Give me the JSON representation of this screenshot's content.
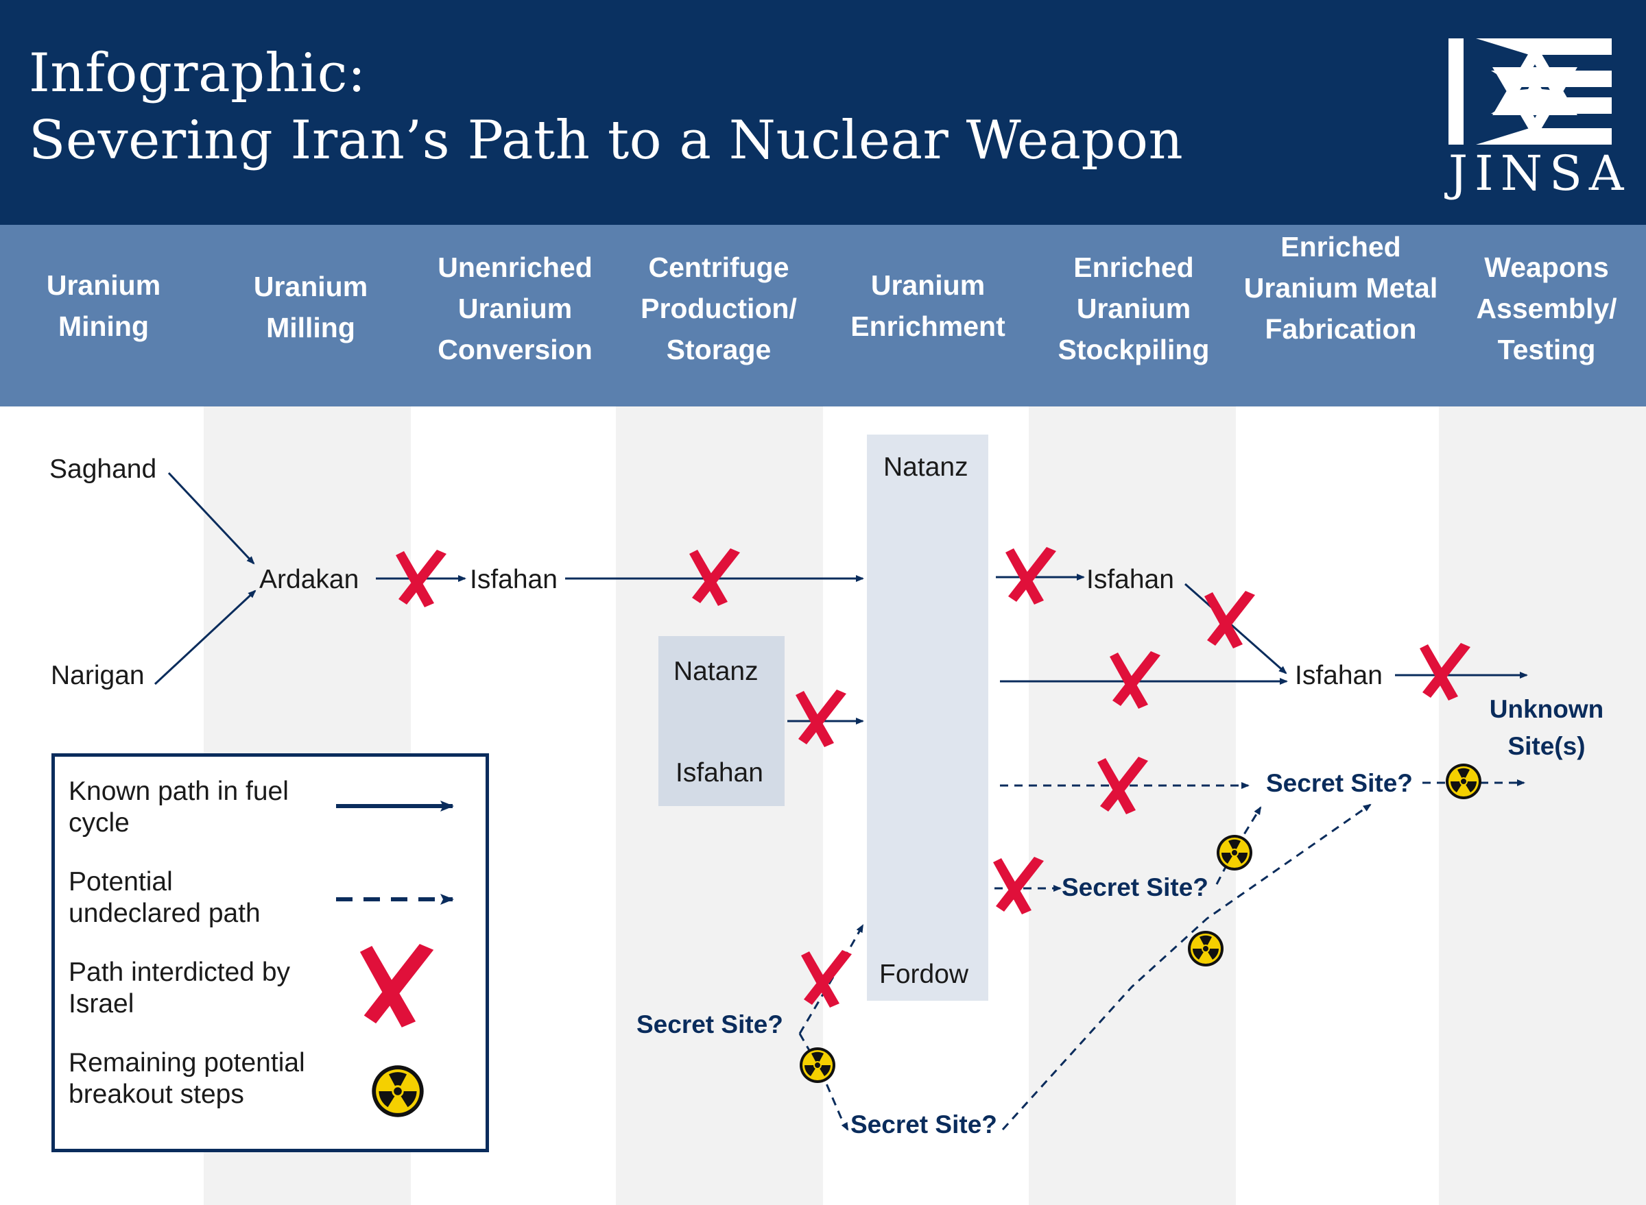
{
  "header": {
    "title_line1": "Infographic:",
    "title_line2": "Severing Iran’s Path to a Nuclear Weapon",
    "logo_text": "JINSA"
  },
  "stages": [
    "Uranium Mining",
    "Uranium Milling",
    "Unenriched Uranium Conversion",
    "Centrifuge Production/ Storage",
    "Uranium Enrichment",
    "Enriched Uranium Stockpiling",
    "Enriched Uranium Metal Fabrication",
    "Weapons Assembly/ Testing"
  ],
  "nodes": {
    "saghand": "Saghand",
    "narigan": "Narigan",
    "ardakan": "Ardakan",
    "isfahan_conversion": "Isfahan",
    "natanz_centrifuge": "Natanz",
    "isfahan_centrifuge": "Isfahan",
    "natanz_enrichment": "Natanz",
    "fordow_enrichment": "Fordow",
    "isfahan_stockpile": "Isfahan",
    "isfahan_metal": "Isfahan",
    "unknown_sites": "Unknown Site(s)",
    "secret_site_metal": "Secret Site?",
    "secret_site_stockpile": "Secret Site?",
    "secret_site_centrifuge": "Secret Site?",
    "secret_site_enrichment": "Secret Site?"
  },
  "legend": {
    "known_path": "Known path in fuel cycle",
    "potential_path": "Potential undeclared path",
    "interdicted": "Path interdicted by Israel",
    "breakout": "Remaining potential breakout steps"
  },
  "colors": {
    "navy": "#0a3161",
    "stage_band": "#5b80ae",
    "stripe": "#f2f2f2",
    "facility_box": "#dfe5ee",
    "arrow": "#0a2c5c",
    "interdiction_red": "#e0103a",
    "radiation_yellow": "#f5d000"
  },
  "icons": {
    "interdiction": "red-x-icon",
    "breakout": "radiation-icon",
    "logo": "star-of-david-flag-icon"
  }
}
